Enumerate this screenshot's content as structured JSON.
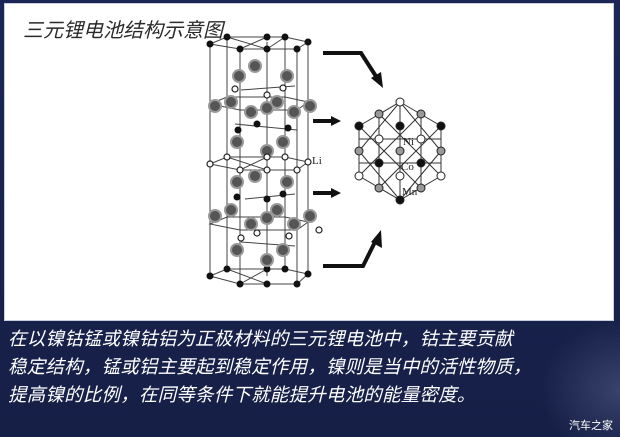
{
  "title": "三元锂电池结构示意图",
  "diagram": {
    "labels": {
      "li": "Li",
      "ni": "Ni",
      "co": "Co",
      "mn": "Mn"
    },
    "colors": {
      "background": "#ffffff",
      "lines": "#333333",
      "atom_black": "#111111",
      "atom_gray": "#9a9a9a",
      "atom_white": "#ffffff",
      "arrow": "#111111"
    }
  },
  "caption": {
    "lines": [
      "在以镍钴锰或镍钴铝为正极材料的三元锂电池中，钴主要贡献",
      "稳定结构，锰或铝主要起到稳定作用，镍则是当中的活性物质，",
      "提高镍的比例，在同等条件下就能提升电池的能量密度。"
    ]
  },
  "watermark": "汽车之家",
  "colors": {
    "frame": "#18224a",
    "caption_text": "#ffffff"
  }
}
